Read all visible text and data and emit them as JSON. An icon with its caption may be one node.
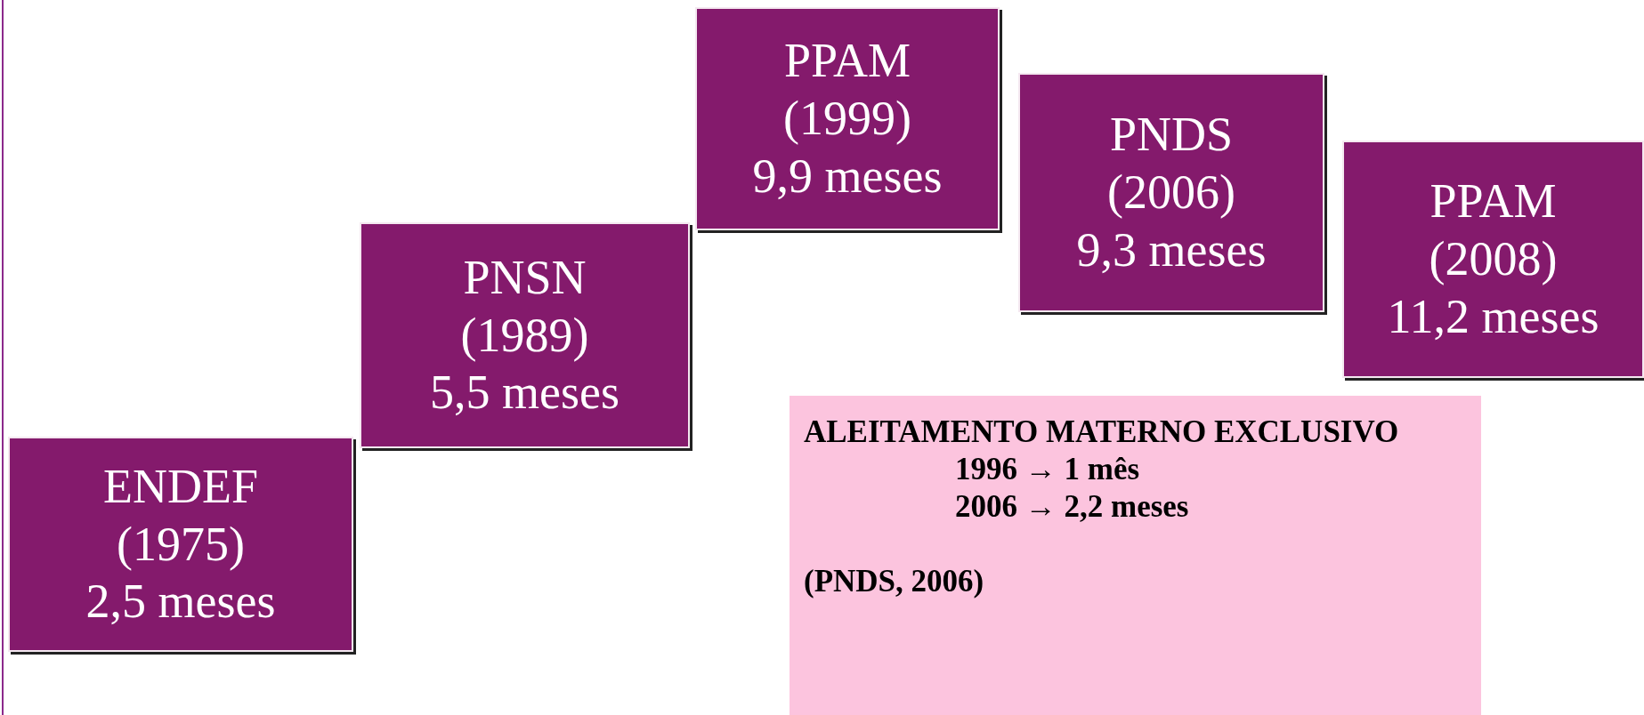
{
  "diagram": {
    "nodes": [
      {
        "text": [
          "ENDEF",
          "(1975)",
          "2,5 meses"
        ]
      },
      {
        "text": [
          "PNSN",
          "(1989)",
          "5,5 meses"
        ]
      },
      {
        "text": [
          "PPAM",
          "(1999)",
          "9,9 meses"
        ]
      },
      {
        "text": [
          "PNDS",
          "(2006)",
          "9,3 meses"
        ]
      },
      {
        "text": [
          "PPAM",
          "(2008)",
          "11,2 meses"
        ]
      },
      {
        "text": [
          "ALEITAMENTO MATERNO EXCLUSIVO",
          "1996 → 1 mês",
          "2006 → 2,2 meses",
          "(PNDS, 2006)"
        ]
      }
    ]
  }
}
